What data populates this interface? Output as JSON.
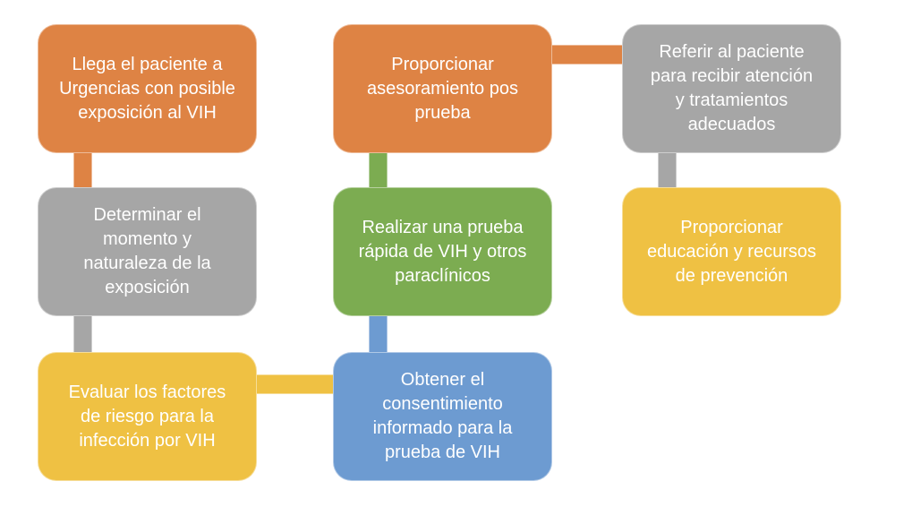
{
  "colors": {
    "orange": "#DE8344",
    "gray": "#A6A6A6",
    "yellow": "#EFC143",
    "green": "#7CAC51",
    "blue": "#6D9BD1",
    "text": "#FFFFFF",
    "background": "#FFFFFF"
  },
  "flowchart": {
    "type": "process-flow",
    "nodes": [
      {
        "id": "llegada",
        "label": "Llega el paciente a\nUrgencias con posible\nexposición al VIH",
        "color": "orange"
      },
      {
        "id": "determinar",
        "label": "Determinar el\nmomento y\nnaturaleza de la\nexposición",
        "color": "gray"
      },
      {
        "id": "evaluar",
        "label": "Evaluar los factores\nde riesgo para la\ninfección por VIH",
        "color": "yellow"
      },
      {
        "id": "asesoramiento",
        "label": "Proporcionar\nasesoramiento pos\nprueba",
        "color": "orange"
      },
      {
        "id": "prueba",
        "label": "Realizar una prueba\nrápida de VIH y otros\nparaclínicos",
        "color": "green"
      },
      {
        "id": "consentimiento",
        "label": "Obtener el\nconsentimiento\ninformado para la\nprueba de VIH",
        "color": "blue"
      },
      {
        "id": "referir",
        "label": "Referir al paciente\npara recibir atención\ny tratamientos\nadecuados",
        "color": "gray"
      },
      {
        "id": "educacion",
        "label": "Proporcionar\neducación y recursos\nde prevención",
        "color": "yellow"
      }
    ],
    "connectors": [
      {
        "from": "llegada",
        "to": "determinar",
        "color": "orange",
        "orientation": "vertical"
      },
      {
        "from": "determinar",
        "to": "evaluar",
        "color": "gray",
        "orientation": "vertical"
      },
      {
        "from": "evaluar",
        "to": "consentimiento",
        "color": "yellow",
        "orientation": "horizontal"
      },
      {
        "from": "consentimiento",
        "to": "prueba",
        "color": "blue",
        "orientation": "vertical"
      },
      {
        "from": "prueba",
        "to": "asesoramiento",
        "color": "green",
        "orientation": "vertical"
      },
      {
        "from": "asesoramiento",
        "to": "referir",
        "color": "orange",
        "orientation": "horizontal"
      },
      {
        "from": "referir",
        "to": "educacion",
        "color": "gray",
        "orientation": "vertical"
      }
    ]
  }
}
